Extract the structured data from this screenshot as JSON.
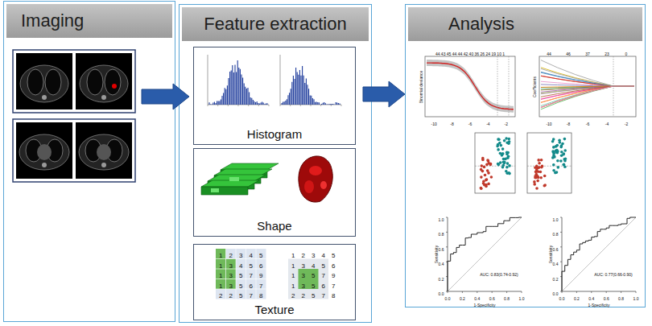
{
  "diagram": {
    "nodes": [
      {
        "text": [
          "Imaging"
        ]
      },
      {
        "text": [
          "Feature extraction"
        ]
      },
      {
        "text": [
          "Histogram"
        ],
        "in": 1
      },
      {
        "text": [
          "Shape"
        ],
        "in": 1
      },
      {
        "text": [
          "Texture"
        ],
        "in": 1
      },
      {
        "text": [
          "Analysis"
        ]
      }
    ],
    "edges": [
      {
        "from": 0,
        "to": 1,
        "arrow": "to"
      },
      {
        "from": 1,
        "to": 5,
        "arrow": "to"
      }
    ],
    "labels": [
      "1",
      "2",
      "3",
      "4",
      "5",
      "1",
      "3",
      "4",
      "5",
      "6",
      "1",
      "3",
      "5",
      "7",
      "9",
      "1",
      "3",
      "5",
      "6",
      "7",
      "2",
      "2",
      "5",
      "7",
      "8",
      "1",
      "2",
      "3",
      "4",
      "5",
      "1",
      "3",
      "4",
      "5",
      "6",
      "1",
      "3",
      "5",
      "7",
      "9",
      "1",
      "3",
      "5",
      "6",
      "7",
      "2",
      "2",
      "5",
      "7",
      "8",
      "44 43 45 44 44 42 40 36 26 24 19 10 1",
      "Binomial deviance",
      "-10",
      "-8",
      "-6",
      "-4",
      "-2",
      "44",
      "46",
      "37",
      "23",
      "0",
      "Coefficients",
      "-10",
      "-8",
      "-6",
      "-4",
      "-2",
      "Sensitivity",
      "AUC: 0.83(0.74-0.92)",
      "1-Specificity",
      "0.0",
      "0.2",
      "0.4",
      "0.6",
      "0.8",
      "1.0",
      "0.0",
      "0.2",
      "0.4",
      "0.6",
      "0.8",
      "1.0",
      "Sensitivity",
      "AUC: 0.77(0.66-0.90)",
      "1-Specificity",
      "0.0",
      "0.2",
      "0.4",
      "0.6",
      "0.8",
      "1.0",
      "0.0",
      "0.2",
      "0.4",
      "0.6",
      "0.8",
      "1.0"
    ]
  }
}
